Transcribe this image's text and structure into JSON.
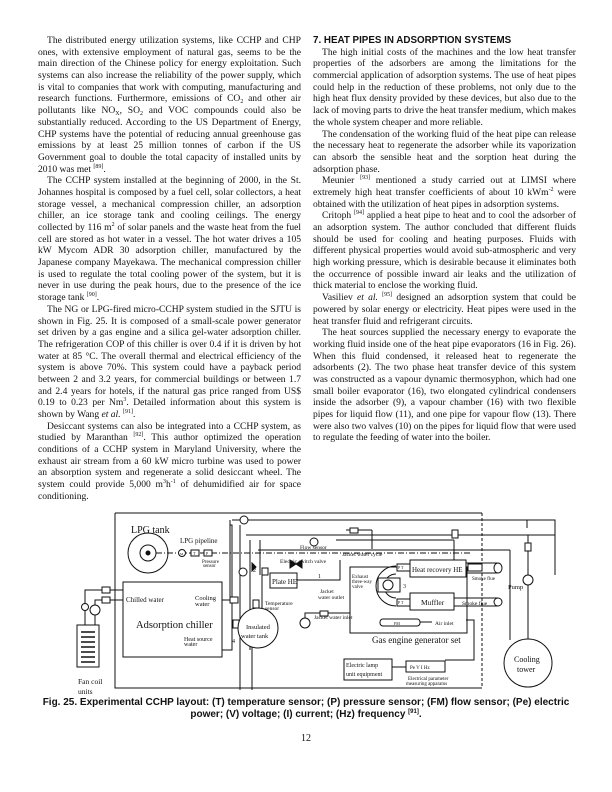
{
  "left_column": {
    "paragraphs": [
      [
        "The distributed energy utilization systems, like CCHP and CHP ones, with extensive employment of natural gas, seems to be the main direction of the Chinese policy for energy exploitation. Such systems can also increase the reliability of the power supply, which is vital to companies that work with computing, manufacturing and research functions. Furthermore, emissions of CO",
        {
          "sub": "2"
        },
        " and other air pollutants like NO",
        {
          "sub": "X"
        },
        ", SO",
        {
          "sub": "2"
        },
        " and VOC compounds could also be substantially reduced. According to the US Department of Energy, CHP systems have the potential of reducing annual greenhouse gas emissions by at least 25 million tonnes of carbon if the US Government goal to double the total capacity of installed units by 2010 was met ",
        {
          "sup": "[89]"
        },
        "."
      ],
      [
        "The CCHP system installed at the beginning of 2000, in the St. Johannes hospital is composed by a fuel cell, solar collectors, a heat storage vessel, a mechanical compression chiller, an adsorption chiller, an ice storage tank and cooling ceilings. The energy collected by 116 m",
        {
          "sup": "2"
        },
        " of solar panels and the waste heat from the fuel cell are stored as hot water in a vessel. The hot water drives a 105 kW Mycom ADR 30 adsorption chiller, manufactured by the Japanese company Mayekawa. The mechanical compression chiller is used to regulate the total cooling power of the system, but it is never in use during the peak hours, due to the presence of the ice storage tank ",
        {
          "sup": "[90]"
        },
        "."
      ],
      [
        "The NG or LPG-fired micro-CCHP system studied in the SJTU is shown in Fig. 25. It is composed of a small-scale power generator set driven by a gas engine and a silica gel-water adsorption chiller. The refrigeration COP of this chiller is over 0.4 if it is driven by hot water at 85 °C. The overall thermal and electrical efficiency of the system is above 70%. This system could have a payback period between 2 and 3.2 years, for commercial buildings or between 1.7 and 2.4 years for hotels, if the natural gas price ranged from US$ 0.19 to 0.23 per Nm",
        {
          "sup": "3"
        },
        ". Detailed information about this system is shown by Wang ",
        {
          "i": "et al."
        },
        " ",
        {
          "sup": "[91]"
        },
        "."
      ],
      [
        "Desiccant systems can also be integrated into a CCHP system, as studied by Maranthan ",
        {
          "sup": "[92]"
        },
        ". This author optimized the operation conditions of a CCHP system in Maryland University, where the exhaust air stream from a 60 kW micro turbine was used to power an absorption system and regenerate a solid desiccant wheel. The system could provide 5,000 m",
        {
          "sup": "3"
        },
        "h",
        {
          "sup": "-1"
        },
        " of dehumidified air for space conditioning."
      ]
    ]
  },
  "right_column": {
    "heading": "7. HEAT PIPES IN ADSORPTION SYSTEMS",
    "paragraphs": [
      [
        "The high initial costs of the machines and the low heat transfer properties of the adsorbers are among the limitations for the commercial application of adsorption systems. The use of heat pipes could help in the reduction of these problems, not only due to the high heat flux density provided by these devices, but also due to the lack of moving parts to drive the heat transfer medium, which makes the whole system cheaper and more reliable."
      ],
      [
        "The condensation of the working fluid of the heat pipe can release the necessary heat to regenerate the adsorber while its vaporization can absorb the sensible heat and the sorption heat during the adsorption phase."
      ],
      [
        "Meunier ",
        {
          "sup": "[93]"
        },
        " mentioned a study carried out at LIMSI where extremely high heat transfer coefficients of about 10 kWm",
        {
          "sup": "-2"
        },
        " were obtained with the utilization of heat pipes in adsorption systems."
      ],
      [
        "Critoph ",
        {
          "sup": "[94]"
        },
        " applied a heat pipe to heat and to cool the adsorber of an adsorption system. The author concluded that different fluids should be used for cooling and heating purposes. Fluids with different physical properties would avoid sub-atmospheric and very high working pressure, which is desirable because it eliminates both the occurrence of possible inward air leaks and the utilization of thick material to enclose the working fluid."
      ],
      [
        "Vasiliev ",
        {
          "i": "et al."
        },
        " ",
        {
          "sup": "[95]"
        },
        " designed an adsorption system that could be powered by solar energy or electricity. Heat pipes were used in the heat transfer fluid and refrigerant circuits."
      ],
      [
        "The heat sources supplied the necessary energy to evaporate the working fluid inside one of the heat pipe evaporators (16 in Fig. 26). When this fluid condensed, it released heat to regenerate the adsorbents (2). The two phase heat transfer device of this system was constructed as a vapour dynamic thermosyphon, which had one small boiler evaporator (16), two elongated cylindrical condensers inside the adsorber (9), a vapour chamber (16) with two flexible pipes for liquid flow (11), and one pipe for vapour flow (13). There were also two valves (10) on the pipes for liquid flow that were used to regulate the feeding of water into the boiler."
      ]
    ]
  },
  "figure": {
    "labels": {
      "lpg_tank": "LPG tank",
      "lpg_pipeline": "LPG pipeline",
      "pressure_sensor_1": "Pressure",
      "pressure_sensor_2": "sensor",
      "flow_sensor": "Flow sensor",
      "electric_switch_valve": "Electric switch valve",
      "jacket_water_cycle": "Jacket water cycle",
      "plate_he": "Plate HE",
      "exhaust_1": "Exhaust",
      "exhaust_2": "three-way",
      "exhaust_3": "valve",
      "heat_recovery_he": "Heat recovery HE",
      "smoke_flue_upper": "Smoke flue",
      "smoke_flue_lower": "Smoke flue",
      "pump": "Pump",
      "chilled_water": "Chilled water",
      "cooling_water_1": "Cooling",
      "cooling_water_2": "water",
      "temperature_sensor_1": "Temperature",
      "temperature_sensor_2": "sensor",
      "jacket_water_outlet_1": "Jacket",
      "jacket_water_outlet_2": "water outlet",
      "muffler": "Muffler",
      "adsorption_chiller": "Adsorption chiller",
      "insulated_tank_1": "Insulated",
      "insulated_tank_2": "water tank",
      "jacket_water_inlet": "Jacket water inlet",
      "air_inlet": "Air inlet",
      "heat_source_1": "Heat source",
      "heat_source_2": "water",
      "gas_engine": "Gas engine generator set",
      "electric_lamp_1": "Electric lamp",
      "electric_lamp_2": "unit equipment",
      "meter": "Pe  V  I  Hz",
      "meas_1": "Electrical parameter",
      "meas_2": "measuring apparatus",
      "cooling_tower_1": "Cooling",
      "cooling_tower_2": "tower",
      "fan_coil_1": "Fan coil",
      "fan_coil_2": "units",
      "n1": "1",
      "n2": "2",
      "n3": "3",
      "n4": "4",
      "sym_m": "M",
      "sym_t": "T",
      "sym_p": "P",
      "sym_pt": "P  T",
      "sym_fm": "FM"
    },
    "caption_main": "Fig. 25. Experimental CCHP layout: (T) temperature sensor; (P) pressure sensor; (FM) flow sensor; (Pe) electric power; (V) voltage; (I) current; (Hz) frequency ",
    "caption_ref": "[91]",
    "caption_end": "."
  },
  "page_number": "12"
}
